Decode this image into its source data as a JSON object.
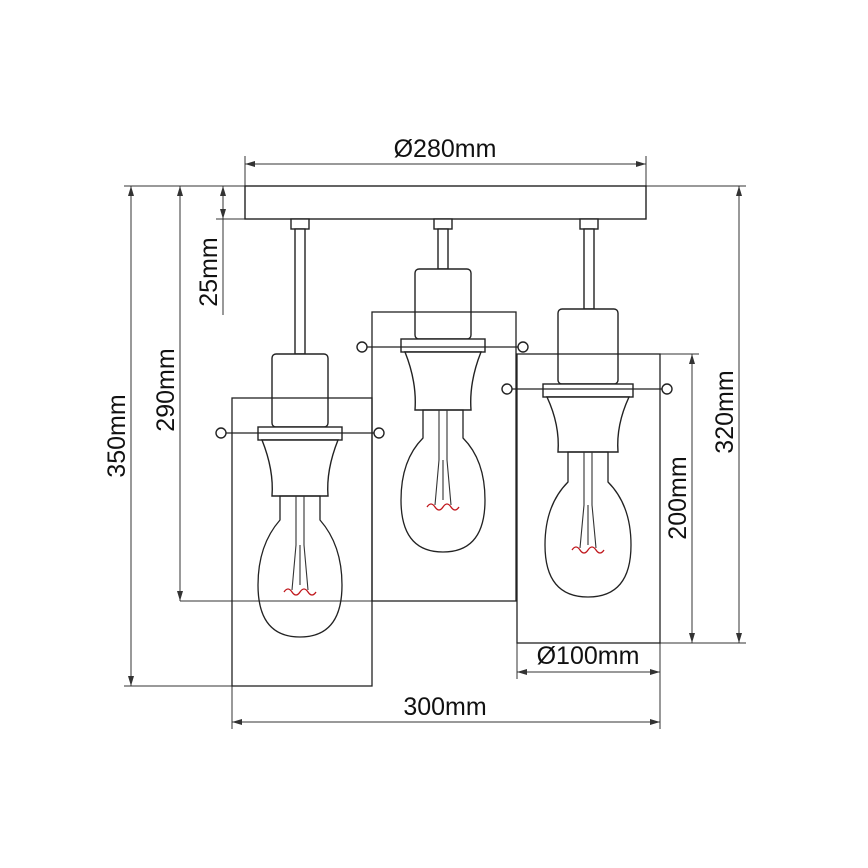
{
  "dimensions": {
    "top_diameter": "Ø280mm",
    "canopy_height": "25mm",
    "left_height": "290mm",
    "total_height": "350mm",
    "right_height": "320mm",
    "shade_height": "200mm",
    "shade_diameter": "Ø100mm",
    "total_width": "300mm"
  },
  "colors": {
    "line": "#222222",
    "filament": "#c0161b",
    "background": "#ffffff"
  }
}
